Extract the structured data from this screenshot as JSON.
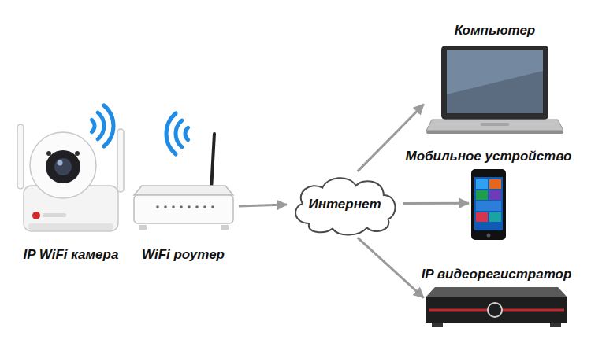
{
  "diagram": {
    "nodes": [
      {
        "text": [
          "IP WiFi камера"
        ]
      },
      {
        "text": [
          "WiFi роутер"
        ]
      },
      {
        "text": [
          "Интернет"
        ]
      },
      {
        "text": [
          "Компьютер"
        ]
      },
      {
        "text": [
          "Мобильное устройство"
        ]
      },
      {
        "text": [
          "IP видеорегистратор"
        ]
      }
    ],
    "edges": [
      {
        "from": 1,
        "to": 2,
        "arrow": "to"
      },
      {
        "from": 2,
        "to": 3,
        "arrow": "to"
      },
      {
        "from": 2,
        "to": 4,
        "arrow": "to"
      },
      {
        "from": 2,
        "to": 5,
        "arrow": "to"
      }
    ]
  }
}
